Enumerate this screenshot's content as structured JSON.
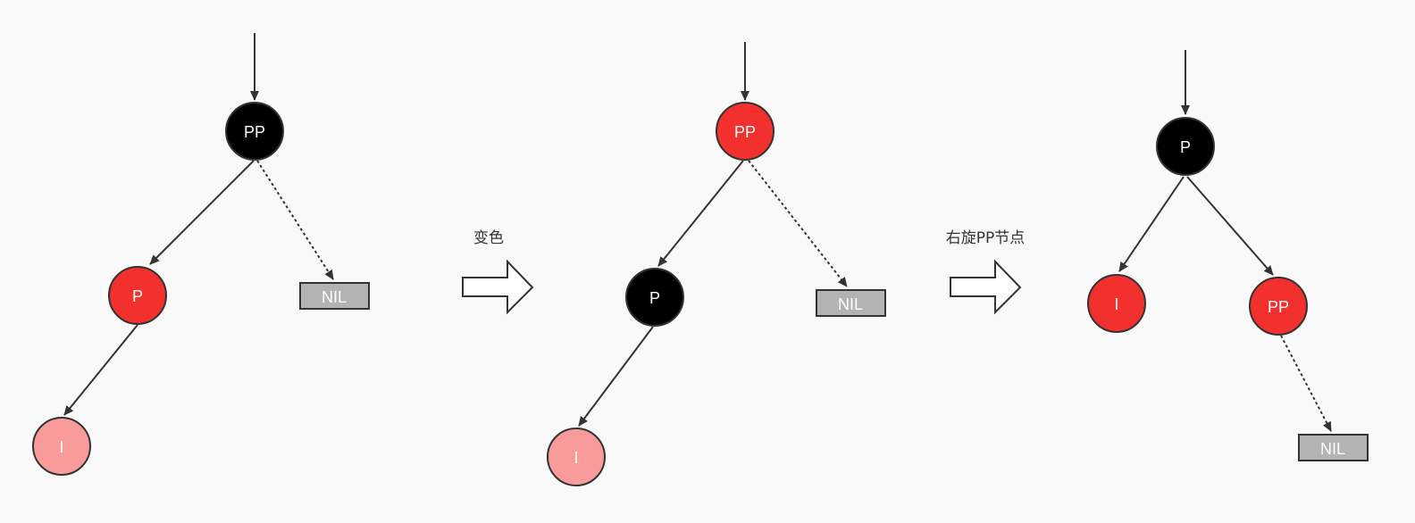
{
  "colors": {
    "black_node": "#000000",
    "red_node": "#f2312f",
    "pink_node": "#fa9b9b",
    "nil_fill": "#b3b3b3",
    "stroke": "#333333",
    "background": "#f9f9f9"
  },
  "steps": {
    "recolor_label": "变色",
    "rotate_label": "右旋PP节点"
  },
  "trees": [
    {
      "nodes": [
        {
          "id": "pp",
          "label": "PP",
          "color": "black"
        },
        {
          "id": "p",
          "label": "P",
          "color": "red"
        },
        {
          "id": "i",
          "label": "I",
          "color": "pink"
        },
        {
          "id": "nil",
          "label": "NIL",
          "color": "nil"
        }
      ]
    },
    {
      "nodes": [
        {
          "id": "pp",
          "label": "PP",
          "color": "red"
        },
        {
          "id": "p",
          "label": "P",
          "color": "black"
        },
        {
          "id": "i",
          "label": "I",
          "color": "pink"
        },
        {
          "id": "nil",
          "label": "NIL",
          "color": "nil"
        }
      ]
    },
    {
      "nodes": [
        {
          "id": "p",
          "label": "P",
          "color": "black"
        },
        {
          "id": "i",
          "label": "I",
          "color": "red"
        },
        {
          "id": "pp",
          "label": "PP",
          "color": "red"
        },
        {
          "id": "nil",
          "label": "NIL",
          "color": "nil"
        }
      ]
    }
  ]
}
